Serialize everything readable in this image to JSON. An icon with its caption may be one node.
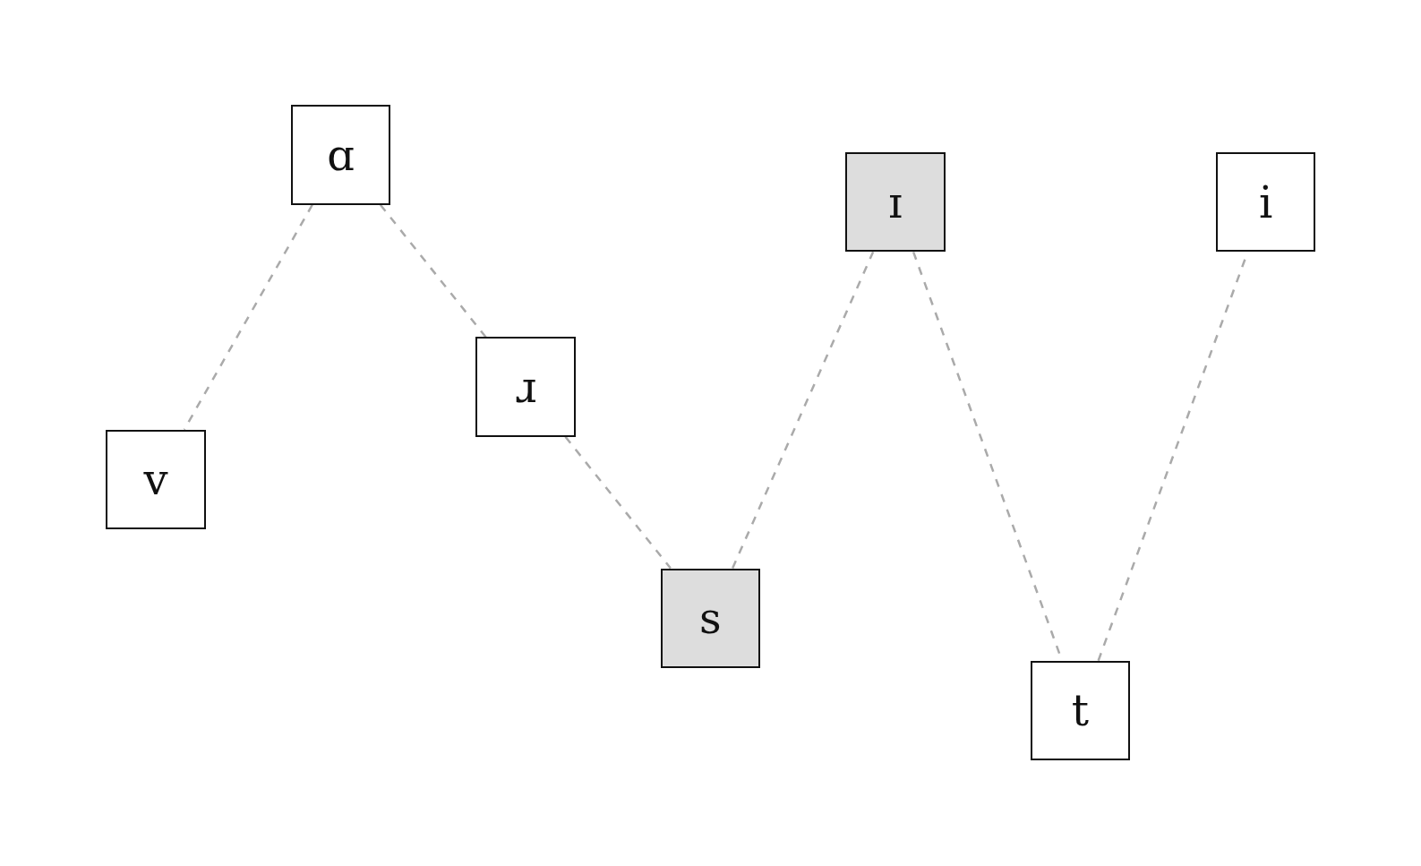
{
  "diagram": {
    "nodes": [
      {
        "text": [
          "v"
        ]
      },
      {
        "text": [
          "ɑ"
        ]
      },
      {
        "text": [
          "ɹ"
        ]
      },
      {
        "text": [
          "s"
        ]
      },
      {
        "text": [
          "ɪ"
        ]
      },
      {
        "text": [
          "t"
        ]
      },
      {
        "text": [
          "i"
        ]
      }
    ],
    "edges": [
      {
        "from": 1,
        "to": 0,
        "arrow": "none",
        "style": "dashed"
      },
      {
        "from": 1,
        "to": 2,
        "arrow": "none",
        "style": "dashed"
      },
      {
        "from": 2,
        "to": 3,
        "arrow": "none",
        "style": "dashed"
      },
      {
        "from": 3,
        "to": 4,
        "arrow": "none",
        "style": "dashed"
      },
      {
        "from": 4,
        "to": 5,
        "arrow": "none",
        "style": "dashed"
      },
      {
        "from": 5,
        "to": 6,
        "arrow": "none",
        "style": "dashed"
      }
    ]
  }
}
